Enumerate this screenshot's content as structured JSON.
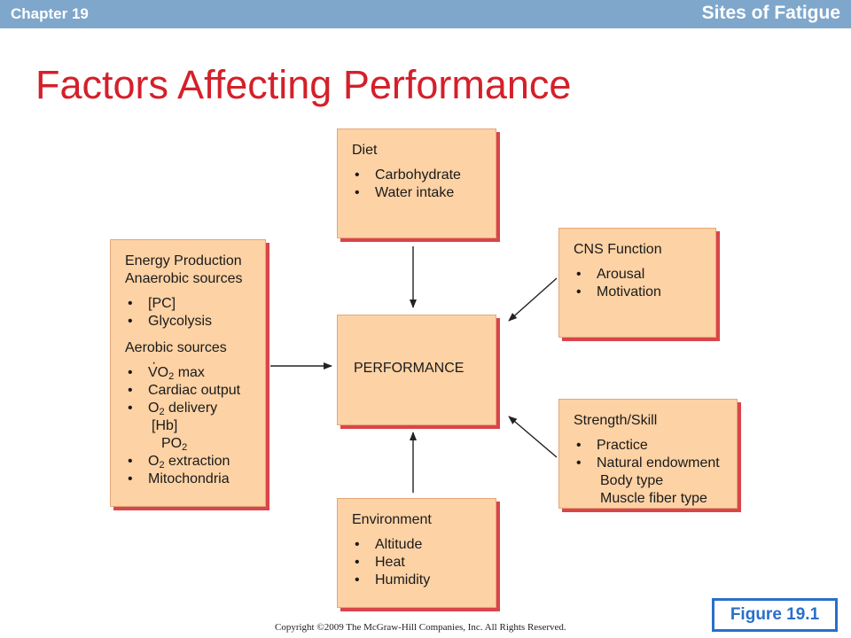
{
  "header": {
    "chapter": "Chapter 19",
    "section": "Sites of Fatigue"
  },
  "title": "Factors Affecting Performance",
  "diet": {
    "heading": "Diet",
    "items": [
      "Carbohydrate",
      "Water intake"
    ]
  },
  "cns": {
    "heading": "CNS Function",
    "items": [
      "Arousal",
      "Motivation"
    ]
  },
  "energy": {
    "heading1": "Energy Production",
    "heading2": "Anaerobic sources",
    "anaerobic_items": [
      "[PC]",
      "Glycolysis"
    ],
    "aerobic_heading": "Aerobic sources",
    "vo2_v": "V",
    "vo2_o": "O",
    "vo2_sub": "2",
    "vo2_rest": " max",
    "cardiac": "Cardiac output",
    "o2_delivery_o": "O",
    "o2_delivery_sub": "2",
    "o2_delivery_rest": " delivery",
    "hb": "[Hb]",
    "po2_text": "PO",
    "po2_sub": "2",
    "o2_extraction_o": "O",
    "o2_extraction_sub": "2",
    "o2_extraction_rest": " extraction",
    "mitochondria": "Mitochondria"
  },
  "performance": {
    "label": "PERFORMANCE"
  },
  "strength": {
    "heading": "Strength/Skill",
    "items": [
      "Practice",
      "Natural endowment"
    ],
    "subitems": [
      "Body type",
      "Muscle fiber type"
    ]
  },
  "environment": {
    "heading": "Environment",
    "items": [
      "Altitude",
      "Heat",
      "Humidity"
    ]
  },
  "bullet": "•",
  "figure_label": "Figure 19.1",
  "copyright": "Copyright ©2009 The McGraw-Hill Companies, Inc. All Rights Reserved.",
  "colors": {
    "header_bar": "#7fa7cc",
    "title": "#d4202a",
    "box_fill": "#fdd2a5",
    "box_shadow": "#d9454a",
    "figure_border": "#2a6fc9"
  }
}
